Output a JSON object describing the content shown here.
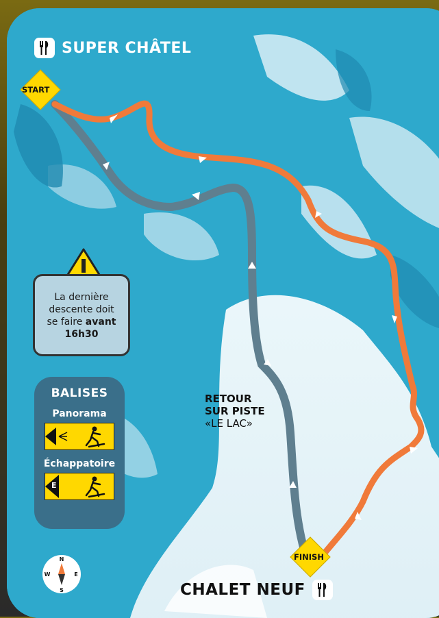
{
  "header": {
    "title": "SUPER CHÂTEL",
    "restaurant_icon": "fork-knife-icon"
  },
  "footer": {
    "title": "CHALET NEUF",
    "restaurant_icon": "fork-knife-icon"
  },
  "markers": {
    "start": "START",
    "finish": "FINISH"
  },
  "warning": {
    "icon": "warning-triangle-icon",
    "line1": "La dernière",
    "line2": "descente doit",
    "line3_pre": "se faire ",
    "line3_bold": "avant",
    "line4": "16h30"
  },
  "balises": {
    "title": "BALISES",
    "items": [
      {
        "label": "Panorama",
        "icon": "panorama-sign-icon"
      },
      {
        "label": "Échappatoire",
        "icon": "escape-sign-icon",
        "letter": "E"
      }
    ]
  },
  "route_label": {
    "line1": "RETOUR",
    "line2": "SUR PISTE",
    "line3": "«LE LAC»"
  },
  "compass": {
    "n": "N",
    "s": "S",
    "e": "E",
    "w": "W"
  },
  "colors": {
    "orange_route": "#f07a3a",
    "grey_route": "#5f7f8f",
    "yellow": "#ffd800",
    "water": "#2ea9cc"
  }
}
